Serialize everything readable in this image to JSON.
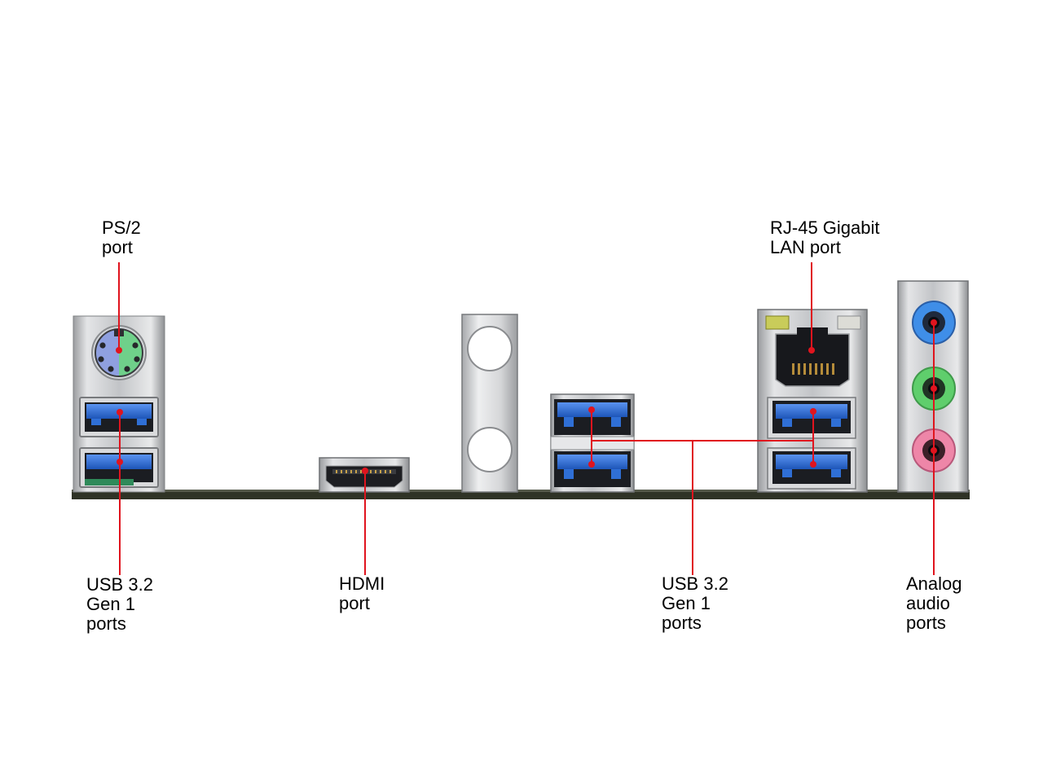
{
  "labels": {
    "ps2": [
      "PS/2",
      "port"
    ],
    "rj45": [
      "RJ-45 Gigabit",
      "LAN port"
    ],
    "usb_left": [
      "USB 3.2",
      "Gen 1",
      "ports"
    ],
    "hdmi": [
      "HDMI",
      "port"
    ],
    "usb_right": [
      "USB 3.2",
      "Gen 1",
      "ports"
    ],
    "audio": [
      "Analog",
      "audio",
      "ports"
    ]
  },
  "colors": {
    "callout": "#e0141e",
    "usb_blue": "#2f6fd6",
    "ps2_purple": "#8fa0e0",
    "ps2_green": "#6fd08a",
    "audio_blue": "#3f8ee8",
    "audio_green": "#5fce6c",
    "audio_pink": "#ee86a8",
    "metal": "#c4c6c9",
    "pcb": "#2f3326"
  },
  "icons": {
    "ps2": "ps2-connector-icon",
    "usb": "usb-a-port-icon",
    "hdmi": "hdmi-port-icon",
    "rj45": "rj45-port-icon",
    "audio": "audio-jack-icon"
  }
}
